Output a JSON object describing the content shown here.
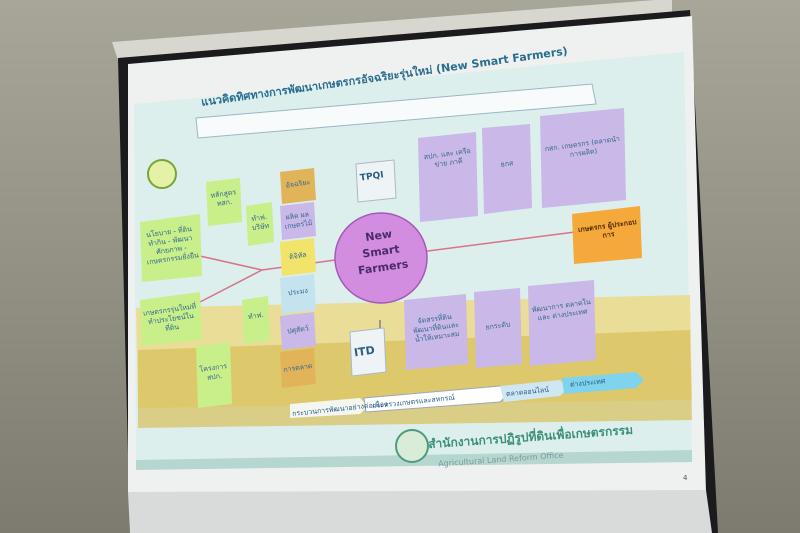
{
  "slide": {
    "title": "แนวคิดทิศทางการพัฒนาเกษตรกรอัจฉริยะรุ่นใหม่ (New Smart Farmers)",
    "center": [
      "New",
      "Smart",
      "Farmers"
    ],
    "nodes": {
      "tpqi": "TPQI",
      "itd": "ITD",
      "outcome": "เกษตรกร ผู้ประกอบการ"
    },
    "boxes": {
      "b1": "สปก. และ เครือข่าย ภาคี",
      "b2": "ธกส",
      "b3": "กสก. เกษตรกร (ตลาดนำการผลิต)",
      "b4": "จัดสรรที่ดิน พัฒนาที่ดินและ น้ำให้เหมาะสม",
      "b5": "ยกระดับ",
      "b6": "พัฒนาการ ตลาดในและ ต่างประเทศ",
      "left1": "นโยบาย - ที่ดินทำกิน - พัฒนาศักยภาพ - เกษตรกรรมยั่งยืน",
      "left2": "เกษตรกรรุ่นใหม่ที่ทำประโยชน์ในที่ดิน",
      "c1": "หลักสูตร ทสก.",
      "c2": "ทำฟ. บริษัท",
      "c3": "ทำฟ.",
      "c4": "โครงการ สปก.",
      "v1": "อัจฉริยะ",
      "v2": "ผลิต ผล เกษตรไม้",
      "v3": "ดิจิทัล",
      "v4": "ประมง",
      "v5": "ปศุสัตว์",
      "v6": "การตลาด",
      "arrow1": "กระทรวงเกษตรและสหกรณ์",
      "arrow2": "ตลาดออนไลน์",
      "arrow3": "ต่างประเทศ",
      "arrow0": "กระบวนการพัฒนาอย่างต่อเนื่อง"
    },
    "footer_org": "สำนักงานการปฏิรูปที่ดินเพื่อเกษตรกรรม",
    "footer_en": "Agricultural Land Reform Office",
    "page": "4"
  },
  "colors": {
    "slide_bg": "#dff3ee",
    "circle": "#d38de0",
    "purple_box": "#c9b8e8",
    "yellow_box": "#f2e36a",
    "green_box": "#c8ef8a",
    "orange_box": "#f4a93a",
    "teal": "#3d8f7a"
  }
}
